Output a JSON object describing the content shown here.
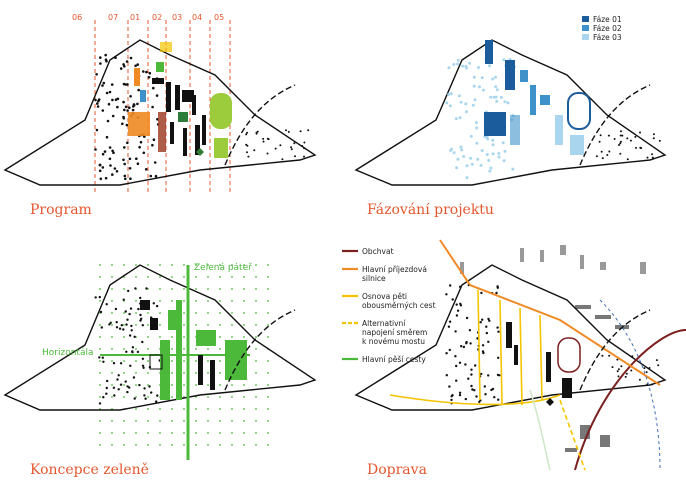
{
  "panels": {
    "program": {
      "title": "Program",
      "zones": [
        "06",
        "07",
        "01",
        "02",
        "03",
        "04",
        "05"
      ]
    },
    "phasing": {
      "title": "Fázování projektu",
      "legend": [
        {
          "label": "Fáze 01",
          "color": "#1b5c9c"
        },
        {
          "label": "Fáze 02",
          "color": "#3f92c9"
        },
        {
          "label": "Fáze 03",
          "color": "#a9d6ee"
        }
      ]
    },
    "green": {
      "title": "Koncepce zeleně",
      "spine_label": "Zelená páteř",
      "horizontal_label": "Horizontála",
      "green_color": "#4cb93b"
    },
    "transport": {
      "title": "Doprava",
      "legend": [
        {
          "label": "Obchvat",
          "color": "#7b1f1f",
          "style": "solid"
        },
        {
          "label": "Hlavní příjezdová silnice",
          "color": "#f08a24",
          "style": "solid"
        },
        {
          "label": "Osnova pěti obousměrných cest",
          "color": "#f5c400",
          "style": "solid"
        },
        {
          "label": "Alternativní napojení směrem k novému mostu",
          "color": "#f5c400",
          "style": "dashed"
        },
        {
          "label": "Hlavní pěší cesty",
          "color": "#4cb93b",
          "style": "solid"
        }
      ]
    }
  },
  "colors": {
    "accent": "#e4572e",
    "outline": "#111111",
    "building": "#111111",
    "sport_green": "#9ccc3c"
  }
}
